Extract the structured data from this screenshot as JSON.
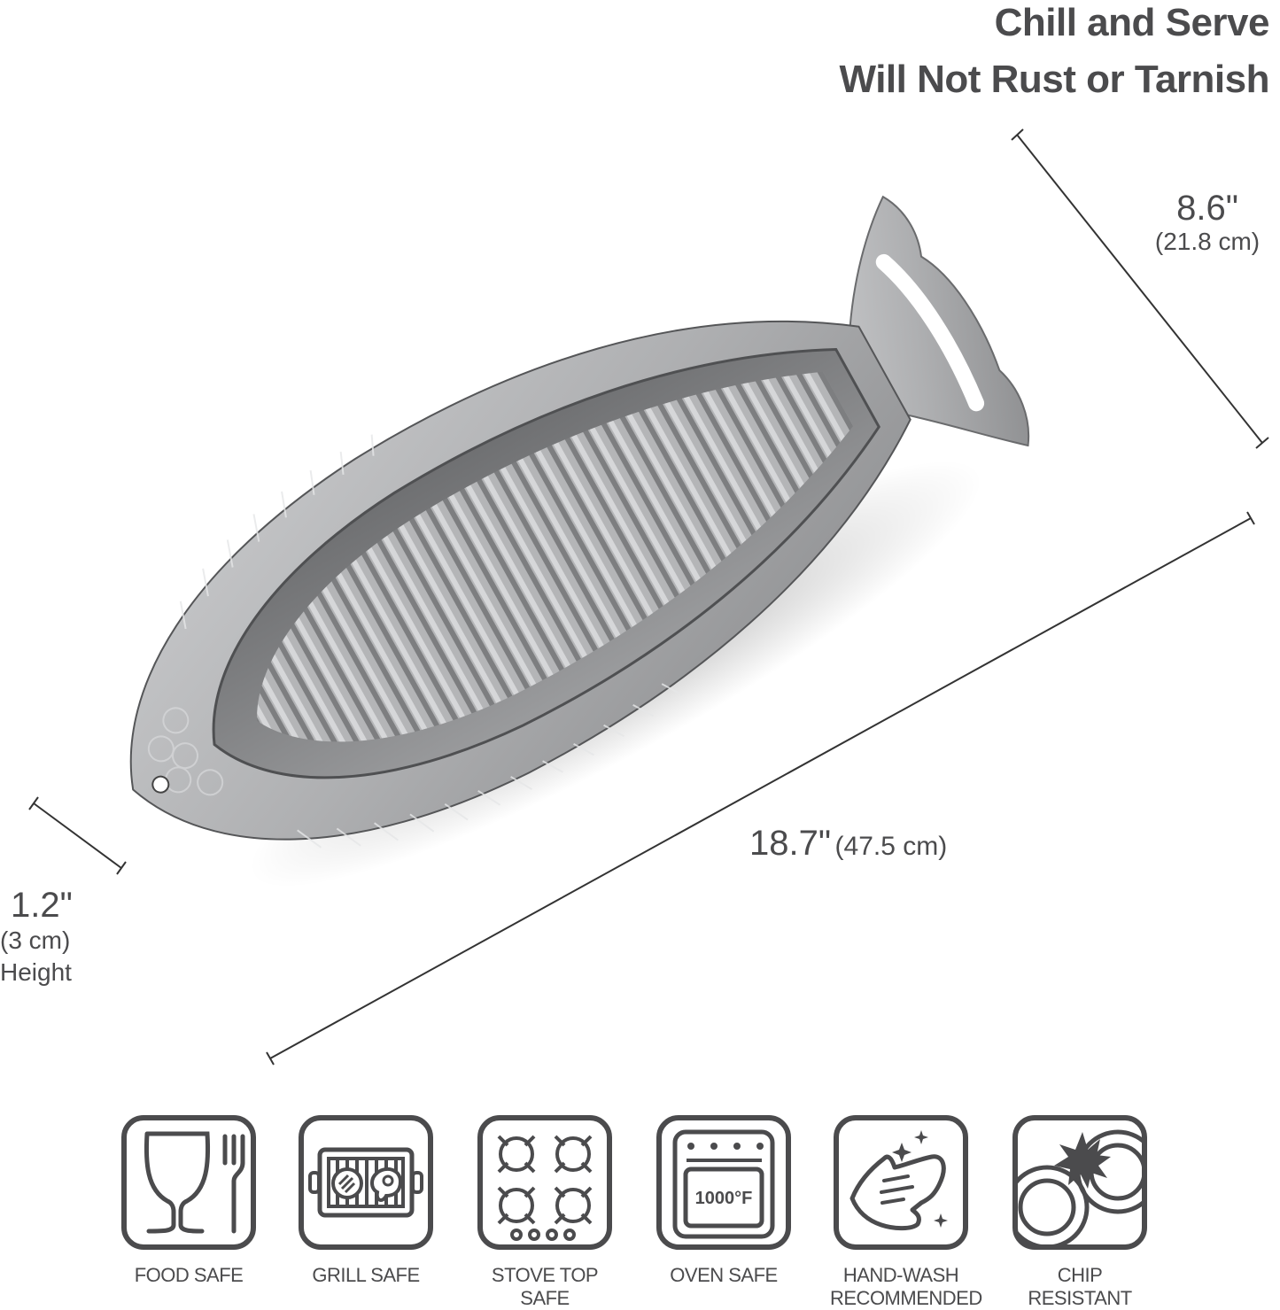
{
  "headline": {
    "line1": "Chill and Serve",
    "line2": "Will Not Rust or Tarnish"
  },
  "product": {
    "name": "fish-shaped grill platter",
    "material_color": "#a9aaac"
  },
  "dimensions": {
    "width": {
      "imperial": "8.6\"",
      "metric": "(21.8 cm)"
    },
    "length": {
      "imperial": "18.7\"",
      "metric": "(47.5 cm)"
    },
    "height": {
      "imperial": "1.2\"",
      "metric": "(3 cm)",
      "caption": "Height"
    }
  },
  "features": [
    {
      "icon": "food-safe-icon",
      "label": "FOOD SAFE"
    },
    {
      "icon": "grill-safe-icon",
      "label": "GRILL SAFE"
    },
    {
      "icon": "stove-top-icon",
      "label": "STOVE TOP SAFE"
    },
    {
      "icon": "oven-icon",
      "label": "OVEN SAFE",
      "oven_temp": "1000°F"
    },
    {
      "icon": "hand-wash-icon",
      "label": "HAND-WASH RECOMMENDED"
    },
    {
      "icon": "chip-resistant-icon",
      "label": "CHIP RESISTANT"
    }
  ],
  "colors": {
    "text": "#4b4b4d",
    "icon_stroke": "#4b4b4d",
    "background": "#ffffff"
  }
}
